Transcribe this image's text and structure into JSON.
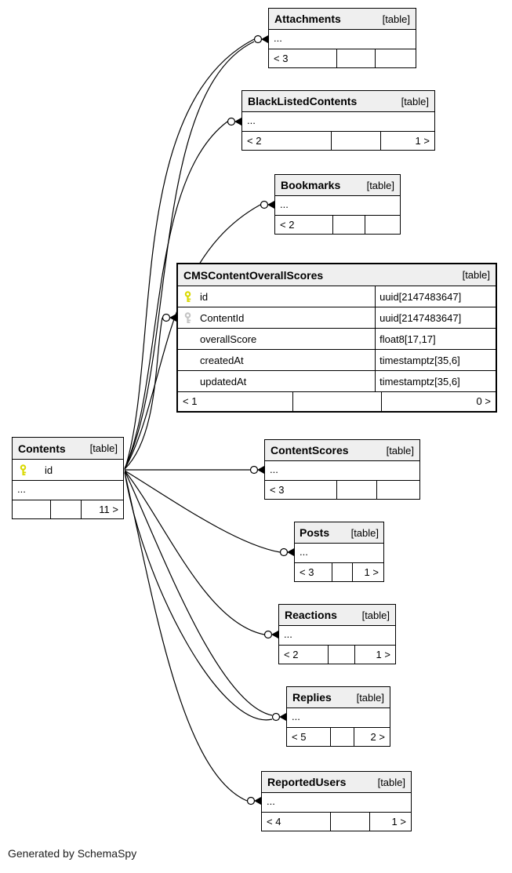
{
  "footer": {
    "text": "Generated by SchemaSpy"
  },
  "colors": {
    "pk_key": "#d9d900",
    "fk_key": "#c4c4c4",
    "table_header_bg": "#efefef",
    "border": "#000000"
  },
  "tables": [
    {
      "name": "Attachments",
      "tag": "[table]",
      "ellipsis": "...",
      "stats": {
        "left": "< 3",
        "mid": "",
        "right": ""
      }
    },
    {
      "name": "BlackListedContents",
      "tag": "[table]",
      "ellipsis": "...",
      "stats": {
        "left": "< 2",
        "mid": "",
        "right": "1 >"
      }
    },
    {
      "name": "Bookmarks",
      "tag": "[table]",
      "ellipsis": "...",
      "stats": {
        "left": "< 2",
        "mid": "",
        "right": ""
      }
    },
    {
      "name": "CMSContentOverallScores",
      "tag": "[table]",
      "columns": [
        {
          "key": "primary",
          "name": "id",
          "type": "uuid[2147483647]"
        },
        {
          "key": "foreign",
          "name": "ContentId",
          "type": "uuid[2147483647]"
        },
        {
          "key": "",
          "name": "overallScore",
          "type": "float8[17,17]"
        },
        {
          "key": "",
          "name": "createdAt",
          "type": "timestamptz[35,6]"
        },
        {
          "key": "",
          "name": "updatedAt",
          "type": "timestamptz[35,6]"
        }
      ],
      "stats": {
        "left": "< 1",
        "mid": "",
        "right": "0 >"
      }
    },
    {
      "name": "Contents",
      "tag": "[table]",
      "columns": [
        {
          "key": "primary",
          "name": "id",
          "type": ""
        }
      ],
      "ellipsis": "...",
      "stats": {
        "left": "",
        "mid": "",
        "right": "11 >"
      }
    },
    {
      "name": "ContentScores",
      "tag": "[table]",
      "ellipsis": "...",
      "stats": {
        "left": "< 3",
        "mid": "",
        "right": ""
      }
    },
    {
      "name": "Posts",
      "tag": "[table]",
      "ellipsis": "...",
      "stats": {
        "left": "< 3",
        "mid": "",
        "right": "1 >"
      }
    },
    {
      "name": "Reactions",
      "tag": "[table]",
      "ellipsis": "...",
      "stats": {
        "left": "< 2",
        "mid": "",
        "right": "1 >"
      }
    },
    {
      "name": "Replies",
      "tag": "[table]",
      "ellipsis": "...",
      "stats": {
        "left": "< 5",
        "mid": "",
        "right": "2 >"
      }
    },
    {
      "name": "ReportedUsers",
      "tag": "[table]",
      "ellipsis": "...",
      "stats": {
        "left": "< 4",
        "mid": "",
        "right": "1 >"
      }
    }
  ],
  "relationships": [
    {
      "from": "Contents.id",
      "to": "Attachments",
      "edges": 2
    },
    {
      "from": "Contents.id",
      "to": "BlackListedContents",
      "edges": 1
    },
    {
      "from": "Contents.id",
      "to": "Bookmarks",
      "edges": 1
    },
    {
      "from": "Contents.id",
      "to": "CMSContentOverallScores.ContentId",
      "edges": 1
    },
    {
      "from": "Contents.id",
      "to": "ContentScores",
      "edges": 1
    },
    {
      "from": "Contents.id",
      "to": "Posts",
      "edges": 1
    },
    {
      "from": "Contents.id",
      "to": "Reactions",
      "edges": 1
    },
    {
      "from": "Contents.id",
      "to": "Replies",
      "edges": 2
    },
    {
      "from": "Contents.id",
      "to": "ReportedUsers",
      "edges": 1
    }
  ]
}
